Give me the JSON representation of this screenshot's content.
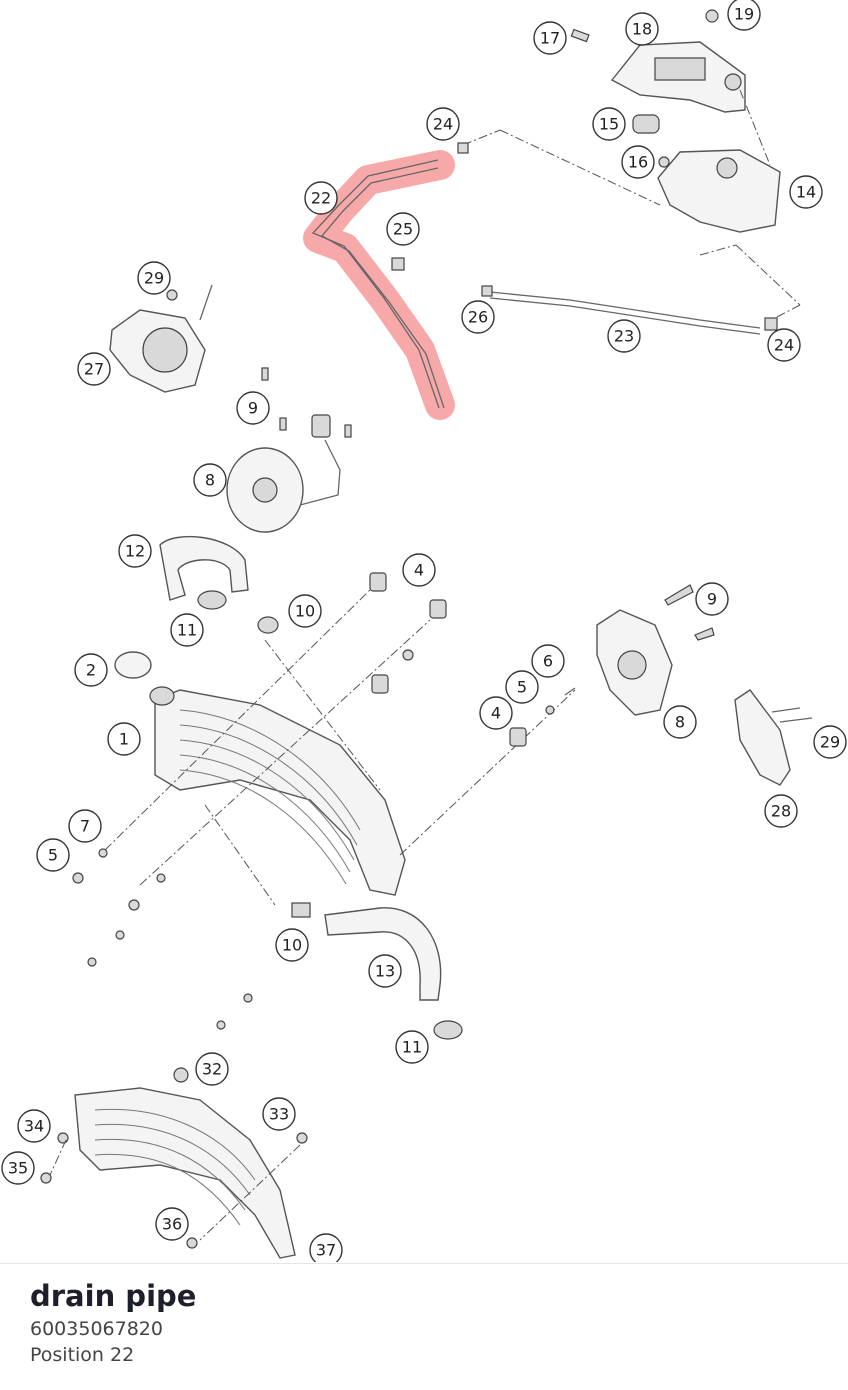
{
  "part": {
    "title": "drain pipe",
    "part_number": "60035067820",
    "position_label": "Position 22"
  },
  "highlight_color": "#f27070",
  "callouts": [
    "1",
    "2",
    "4",
    "4",
    "5",
    "5",
    "6",
    "7",
    "8",
    "8",
    "9",
    "9",
    "10",
    "10",
    "11",
    "11",
    "12",
    "13",
    "14",
    "15",
    "16",
    "17",
    "18",
    "19",
    "22",
    "23",
    "24",
    "24",
    "25",
    "26",
    "27",
    "28",
    "29",
    "29",
    "32",
    "33",
    "34",
    "35",
    "36",
    "37"
  ]
}
